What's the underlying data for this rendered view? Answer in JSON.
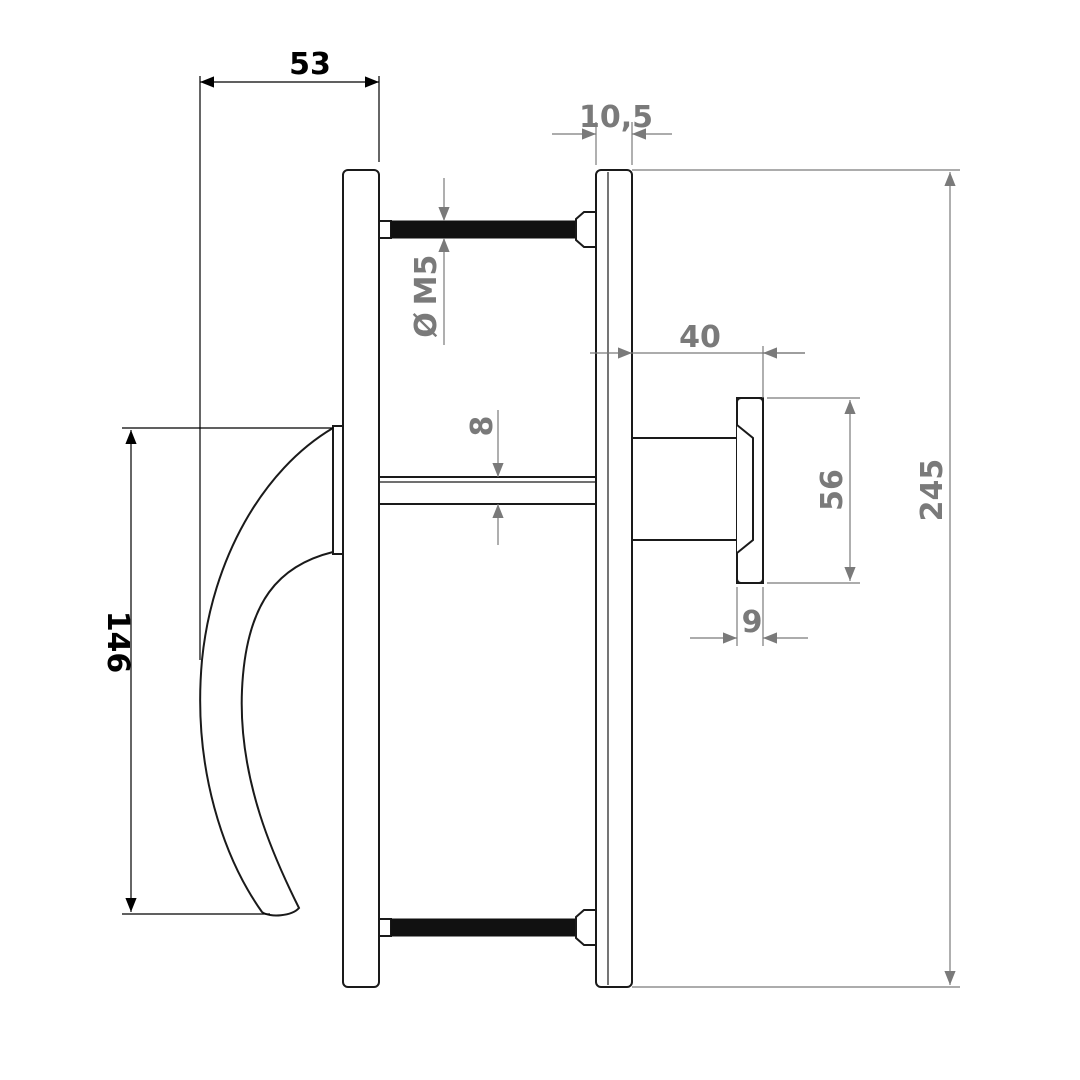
{
  "dimensions": {
    "handle_projection": "53",
    "rose_thickness": "10,5",
    "screw_thread": "M5",
    "screw_diameter_symbol": "Ø",
    "spindle_projection": "40",
    "spindle_square": "8",
    "knob_height": "56",
    "knob_thickness": "9",
    "plate_length": "245",
    "handle_length": "146"
  },
  "colors": {
    "line": "#1a1a1a",
    "dimension_black": "#000000",
    "dimension_grey": "#7a7a7a",
    "background": "#ffffff"
  }
}
